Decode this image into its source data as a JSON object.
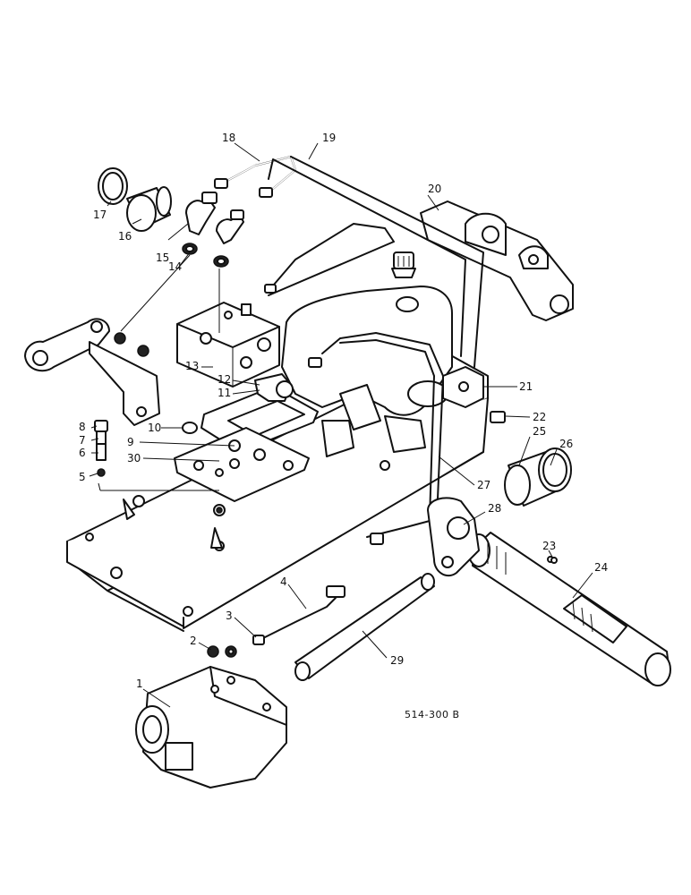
{
  "diagram": {
    "reference_code": "514-300 B",
    "callouts": [
      {
        "id": "c1",
        "label": "1"
      },
      {
        "id": "c2",
        "label": "2"
      },
      {
        "id": "c3",
        "label": "3"
      },
      {
        "id": "c4",
        "label": "4"
      },
      {
        "id": "c5",
        "label": "5"
      },
      {
        "id": "c6",
        "label": "6"
      },
      {
        "id": "c7",
        "label": "7"
      },
      {
        "id": "c8",
        "label": "8"
      },
      {
        "id": "c9",
        "label": "9"
      },
      {
        "id": "c10",
        "label": "10"
      },
      {
        "id": "c11",
        "label": "11"
      },
      {
        "id": "c12",
        "label": "12"
      },
      {
        "id": "c13",
        "label": "13"
      },
      {
        "id": "c14",
        "label": "14"
      },
      {
        "id": "c15",
        "label": "15"
      },
      {
        "id": "c16",
        "label": "16"
      },
      {
        "id": "c17",
        "label": "17"
      },
      {
        "id": "c18",
        "label": "18"
      },
      {
        "id": "c19",
        "label": "19"
      },
      {
        "id": "c20",
        "label": "20"
      },
      {
        "id": "c21",
        "label": "21"
      },
      {
        "id": "c22",
        "label": "22"
      },
      {
        "id": "c23",
        "label": "23"
      },
      {
        "id": "c24",
        "label": "24"
      },
      {
        "id": "c25",
        "label": "25"
      },
      {
        "id": "c26",
        "label": "26"
      },
      {
        "id": "c27",
        "label": "27"
      },
      {
        "id": "c28",
        "label": "28"
      },
      {
        "id": "c29",
        "label": "29"
      },
      {
        "id": "c30",
        "label": "30"
      }
    ]
  }
}
